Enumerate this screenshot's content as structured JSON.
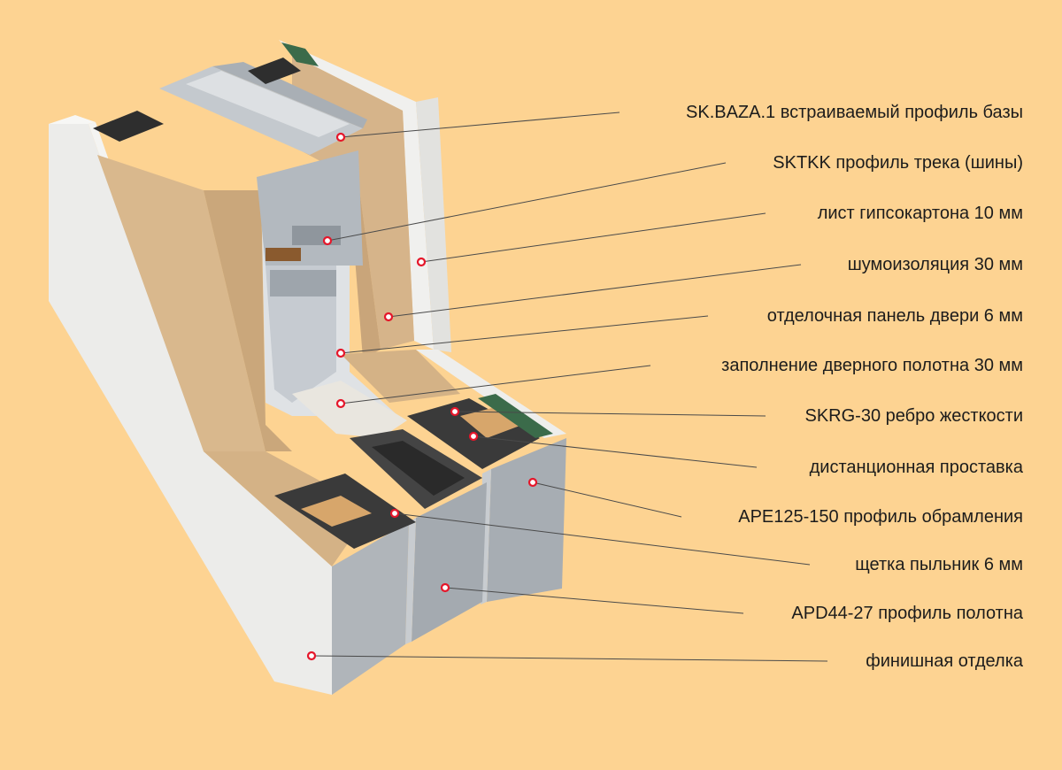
{
  "colors": {
    "background": "#fdd392",
    "marker": "#e5162a",
    "leader_line": "#4a4a4a",
    "soundproofing": "#d7b58c",
    "drywall": "#f2f2f0",
    "aluminium": "#b7bcc2",
    "seal": "#2b2b2b"
  },
  "callouts": [
    {
      "id": "sk-baza",
      "label": "SK.BAZA.1 встраиваемый профиль базы"
    },
    {
      "id": "sktkk",
      "label": "SKTKK профиль трека (шины)"
    },
    {
      "id": "drywall",
      "label": "лист гипсокартона 10 мм"
    },
    {
      "id": "soundproofing",
      "label": "шумоизоляция 30 мм"
    },
    {
      "id": "door-panel",
      "label": "отделочная панель двери 6 мм"
    },
    {
      "id": "door-fill",
      "label": "заполнение дверного полотна 30 мм"
    },
    {
      "id": "skrg",
      "label": "SKRG-30 ребро жесткости"
    },
    {
      "id": "spacer",
      "label": "дистанционная проставка"
    },
    {
      "id": "ape",
      "label": "APE125-150 профиль обрамления"
    },
    {
      "id": "brush",
      "label": "щетка пыльник 6 мм"
    },
    {
      "id": "apd",
      "label": "APD44-27 профиль полотна"
    },
    {
      "id": "finish",
      "label": "финишная отделка"
    }
  ]
}
